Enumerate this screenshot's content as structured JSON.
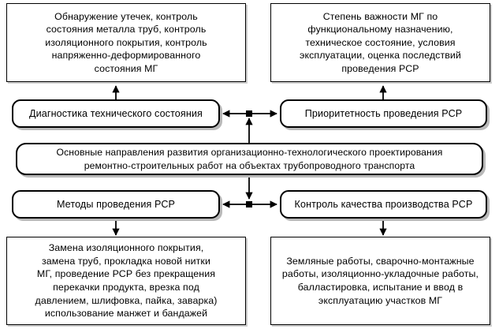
{
  "diagram": {
    "type": "flowchart",
    "language": "ru",
    "colors": {
      "background": "#ffffff",
      "stroke": "#000000",
      "shadow": "#c4c4c4",
      "text": "#000000"
    },
    "nodes": [
      {
        "id": "top-left",
        "shape": "rectangle",
        "text": "Обнаружение утечек, контроль\nсостояния металла труб, контроль\nизоляционного покрытия, контроль\nнапряженно-деформированного\nсостояния МГ"
      },
      {
        "id": "top-right",
        "shape": "rectangle",
        "text": "Степень важности МГ по\nфункциональному назначению,\nтехническое состояние, условия\nэксплуатации, оценка последствий\nпроведения РСР"
      },
      {
        "id": "diagnostics",
        "shape": "rounded-rectangle",
        "text": "Диагностика технического состояния"
      },
      {
        "id": "priority",
        "shape": "rounded-rectangle",
        "text": "Приоритетность проведения РСР"
      },
      {
        "id": "central",
        "shape": "rounded-rectangle",
        "text": "Основные направления развития организационно-технологического проектирования\nремонтно-строительных работ на объектах трубопроводного транспорта"
      },
      {
        "id": "methods",
        "shape": "rounded-rectangle",
        "text": "Методы проведения РСР"
      },
      {
        "id": "quality",
        "shape": "rounded-rectangle",
        "text": "Контроль качества производства РСР"
      },
      {
        "id": "bottom-left",
        "shape": "rectangle",
        "text": "Замена изоляционного покрытия,\nзамена труб, прокладка новой нитки\nМГ, проведение РСР без прекращения\nперекачки продукта, врезка под\nдавлением, шлифовка, пайка, заварка)\nиспользование манжет и бандажей"
      },
      {
        "id": "bottom-right",
        "shape": "rectangle",
        "text": "Земляные работы, сварочно-монтажные\nработы, изоляционно-укладочные работы,\nбалластировка, испытание и ввод в\nэксплуатацию участков МГ"
      }
    ],
    "edges": [
      {
        "id": "central-to-upper-junction",
        "from": "central",
        "to": "upper-junction",
        "style": "solid",
        "arrow": "end"
      },
      {
        "id": "upper-junction-to-diagnostics",
        "from": "upper-junction",
        "to": "diagnostics",
        "style": "solid",
        "arrow": "end"
      },
      {
        "id": "upper-junction-to-priority",
        "from": "upper-junction",
        "to": "priority",
        "style": "solid",
        "arrow": "end"
      },
      {
        "id": "diagnostics-to-top-left",
        "from": "diagnostics",
        "to": "top-left",
        "style": "solid",
        "arrow": "end"
      },
      {
        "id": "priority-to-top-right",
        "from": "priority",
        "to": "top-right",
        "style": "solid",
        "arrow": "end"
      },
      {
        "id": "central-to-lower-junction",
        "from": "central",
        "to": "lower-junction",
        "style": "solid",
        "arrow": "end"
      },
      {
        "id": "lower-junction-to-methods",
        "from": "lower-junction",
        "to": "methods",
        "style": "solid",
        "arrow": "end"
      },
      {
        "id": "lower-junction-to-quality",
        "from": "lower-junction",
        "to": "quality",
        "style": "solid",
        "arrow": "end"
      },
      {
        "id": "methods-to-bottom-left",
        "from": "methods",
        "to": "bottom-left",
        "style": "solid",
        "arrow": "end"
      },
      {
        "id": "quality-to-bottom-right",
        "from": "quality",
        "to": "bottom-right",
        "style": "solid",
        "arrow": "end"
      }
    ]
  }
}
